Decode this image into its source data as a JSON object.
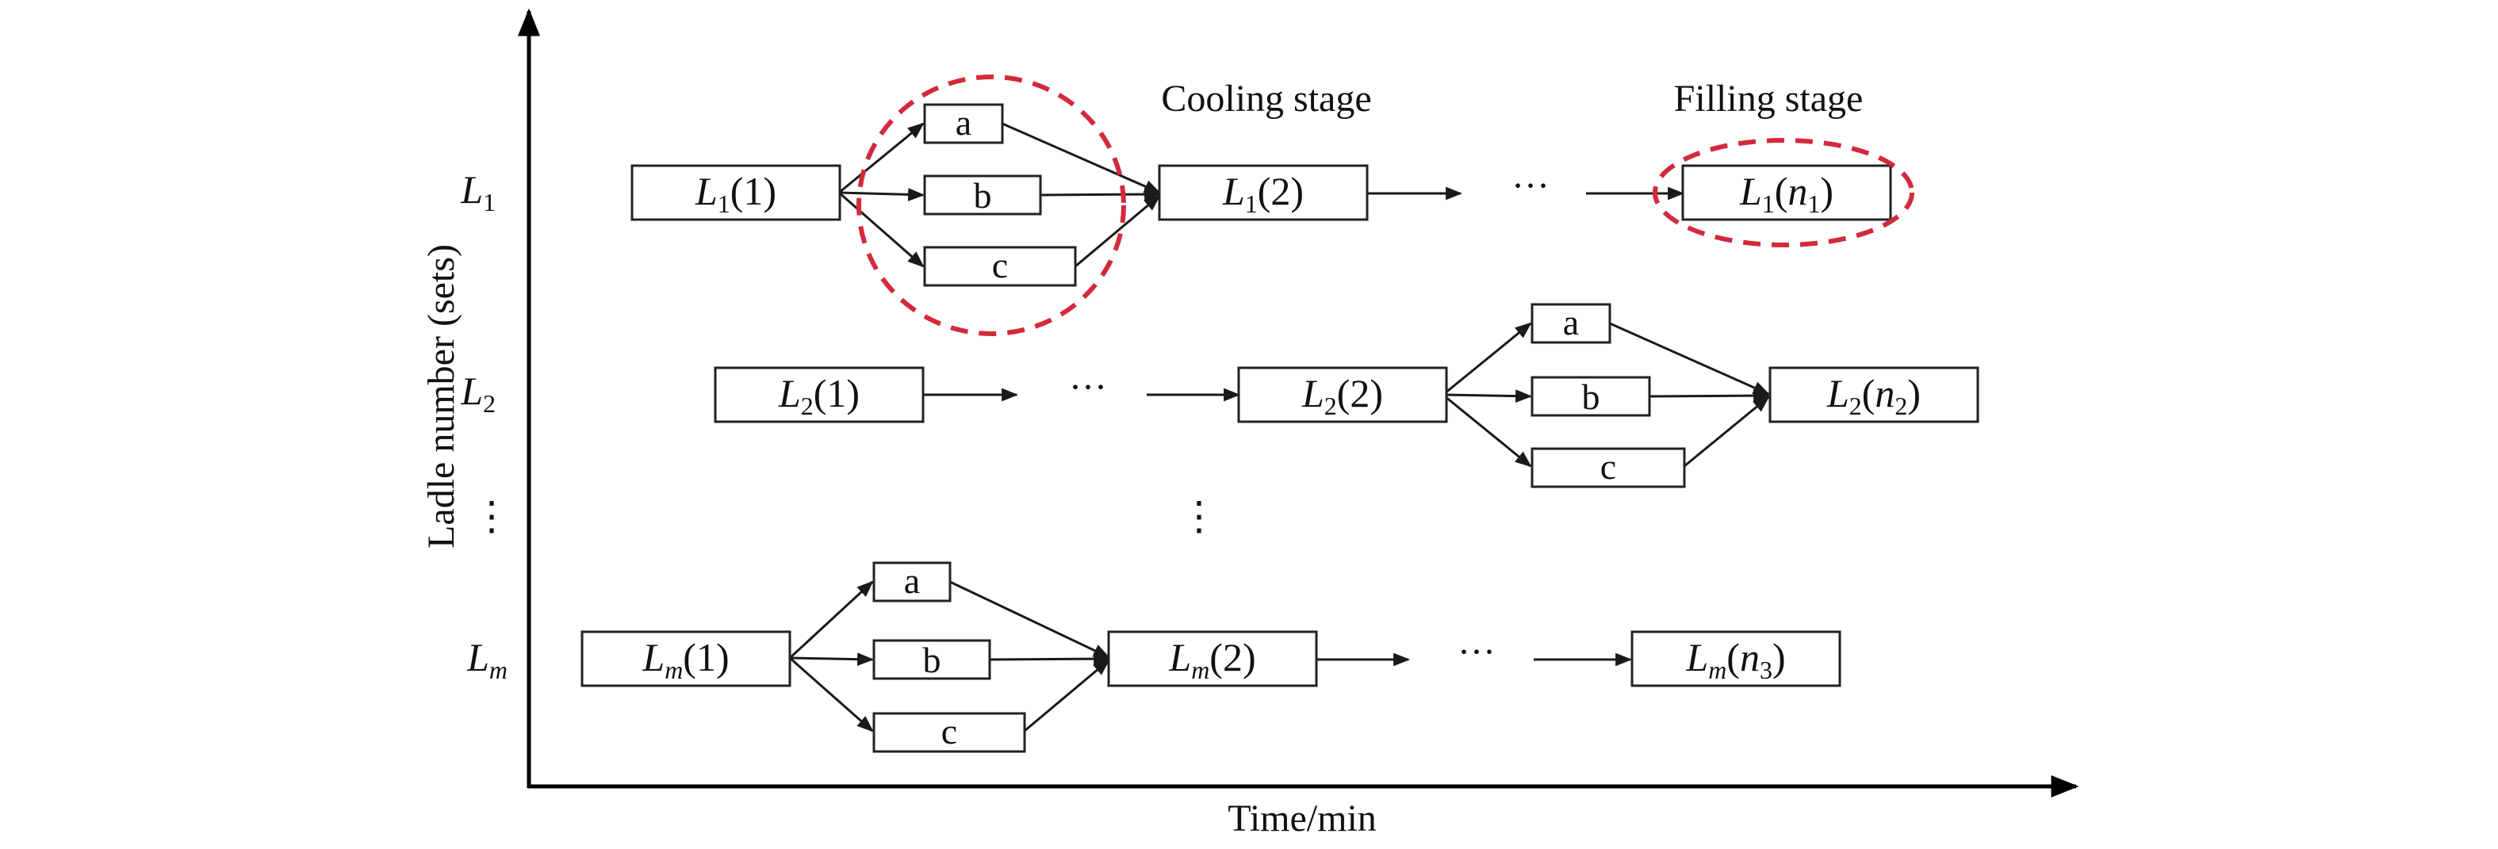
{
  "colors": {
    "highlight": "#d22a3c",
    "ink": "#1a1a1a"
  },
  "axes": {
    "x_label": "Time/min",
    "y_label": "Ladle number (sets)"
  },
  "stage_labels": {
    "cooling": "Cooling stage",
    "filling": "Filling stage"
  },
  "ellipsis": "···",
  "vertical_ellipsis": "⋮",
  "rows": [
    {
      "label": {
        "base": "L",
        "sub": "1"
      },
      "nodes": [
        {
          "id": "r1n1",
          "base": "L",
          "sub": "1",
          "idx": "1"
        },
        {
          "id": "r1a",
          "text": "a"
        },
        {
          "id": "r1b",
          "text": "b"
        },
        {
          "id": "r1c",
          "text": "c"
        },
        {
          "id": "r1n2",
          "base": "L",
          "sub": "1",
          "idx": "2"
        },
        {
          "id": "r1nn",
          "base": "L",
          "sub": "1",
          "idx_base": "n",
          "idx_sub": "1"
        }
      ]
    },
    {
      "label": {
        "base": "L",
        "sub": "2"
      },
      "nodes": [
        {
          "id": "r2n1",
          "base": "L",
          "sub": "2",
          "idx": "1"
        },
        {
          "id": "r2n2",
          "base": "L",
          "sub": "2",
          "idx": "2"
        },
        {
          "id": "r2a",
          "text": "a"
        },
        {
          "id": "r2b",
          "text": "b"
        },
        {
          "id": "r2c",
          "text": "c"
        },
        {
          "id": "r2nn",
          "base": "L",
          "sub": "2",
          "idx_base": "n",
          "idx_sub": "2"
        }
      ]
    },
    {
      "label": {
        "base": "L",
        "sub": "m"
      },
      "nodes": [
        {
          "id": "rmn1",
          "base": "L",
          "sub": "m",
          "idx": "1"
        },
        {
          "id": "rma",
          "text": "a"
        },
        {
          "id": "rmb",
          "text": "b"
        },
        {
          "id": "rmc",
          "text": "c"
        },
        {
          "id": "rmn2",
          "base": "L",
          "sub": "m",
          "idx": "2"
        },
        {
          "id": "rmnn",
          "base": "L",
          "sub": "m",
          "idx_base": "n",
          "idx_sub": "3"
        }
      ]
    }
  ]
}
